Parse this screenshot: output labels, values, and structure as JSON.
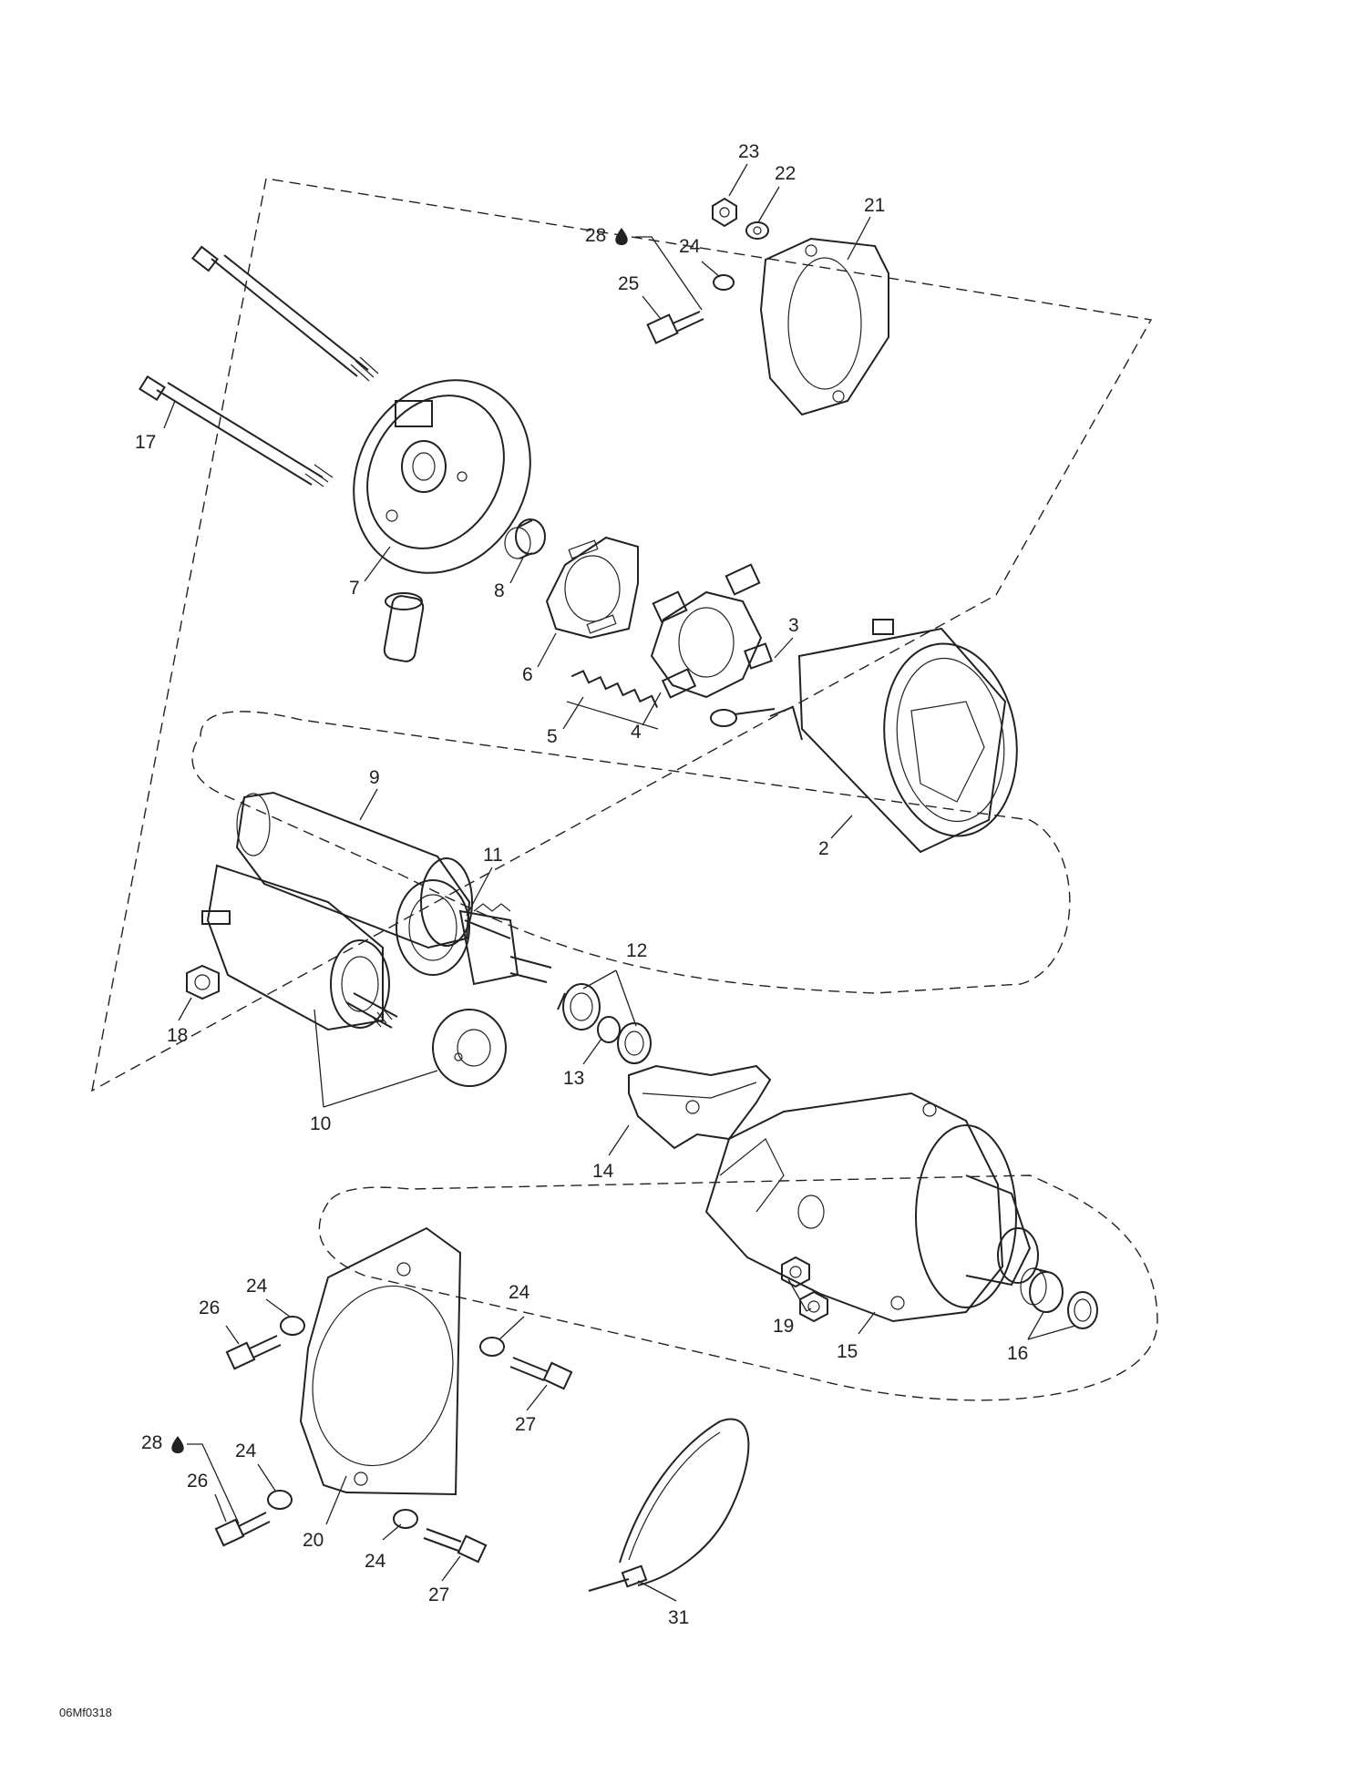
{
  "document": {
    "reference_code": "06Mf0318"
  },
  "callouts": {
    "c2": "2",
    "c3": "3",
    "c4": "4",
    "c5": "5",
    "c6": "6",
    "c7": "7",
    "c8": "8",
    "c9": "9",
    "c10": "10",
    "c11": "11",
    "c12": "12",
    "c13": "13",
    "c14": "14",
    "c15": "15",
    "c16": "16",
    "c17": "17",
    "c18": "18",
    "c19": "19",
    "c20": "20",
    "c21": "21",
    "c22": "22",
    "c23": "23",
    "c24a": "24",
    "c24b": "24",
    "c24c": "24",
    "c24d": "24",
    "c24e": "24",
    "c25": "25",
    "c26a": "26",
    "c26b": "26",
    "c27a": "27",
    "c27b": "27",
    "c28a": "28",
    "c28b": "28",
    "c31": "31"
  },
  "icons": {
    "threadlocker": "drop-icon"
  }
}
